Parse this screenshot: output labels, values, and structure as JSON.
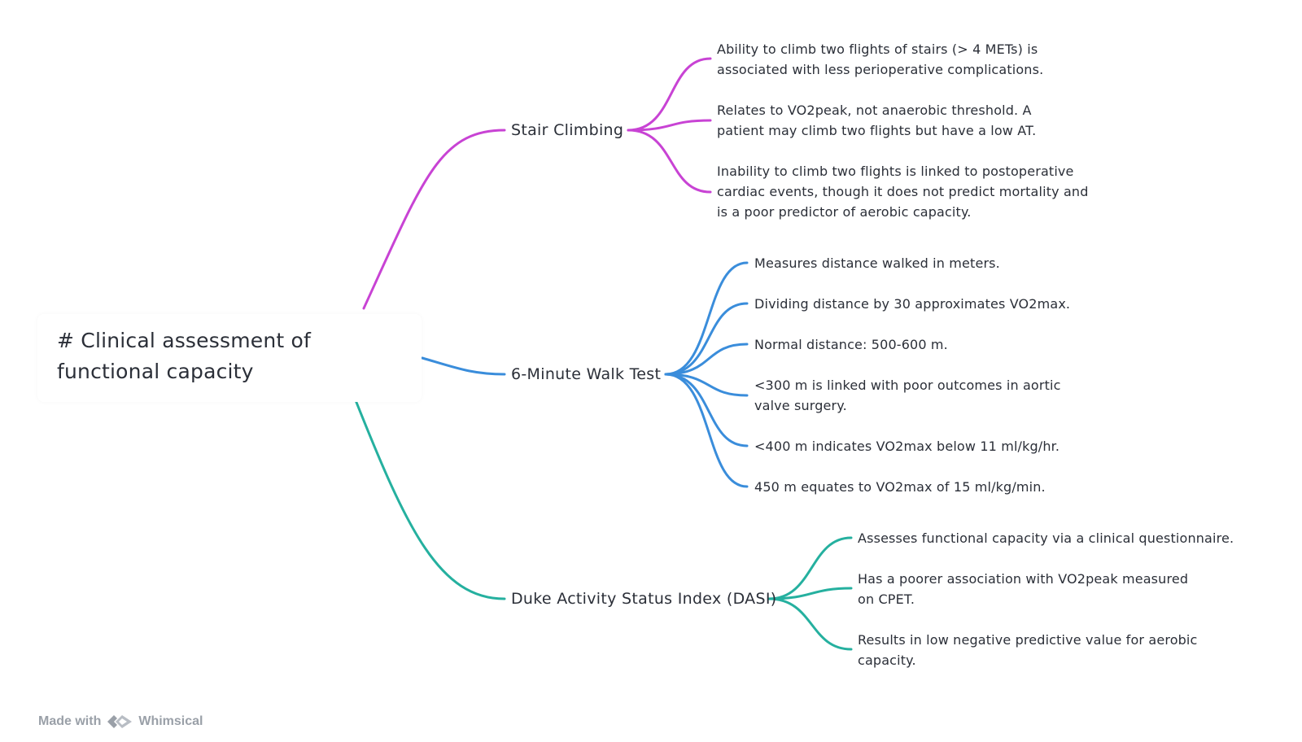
{
  "colors": {
    "stair": "#c843d4",
    "walk": "#3a8ddb",
    "dasi": "#25b09f",
    "footer": "#9aa0a8"
  },
  "root": {
    "title": "# Clinical assessment of functional capacity"
  },
  "branches": [
    {
      "label": "Stair Climbing",
      "items": [
        "Ability to climb two flights of stairs (> 4 METs) is associated with less perioperative complications.",
        "Relates to VO2peak, not anaerobic threshold. A patient may climb two flights but have a low AT.",
        "Inability to climb two flights is linked to postoperative cardiac events, though it does not predict mortality and is a poor predictor of aerobic capacity."
      ]
    },
    {
      "label": "6-Minute Walk Test",
      "items": [
        "Measures distance walked in meters.",
        "Dividing distance by 30 approximates VO2max.",
        "Normal distance: 500-600 m.",
        "<300 m is linked with poor outcomes in aortic valve surgery.",
        "<400 m indicates VO2max below 11 ml/kg/hr.",
        "450 m equates to VO2max of 15 ml/kg/min."
      ]
    },
    {
      "label": "Duke Activity Status Index (DASI)",
      "items": [
        "Assesses functional capacity via a clinical questionnaire.",
        "Has a poorer association with VO2peak measured on CPET.",
        "Results in low negative predictive value for aerobic capacity."
      ]
    }
  ],
  "footer": {
    "made_with": "Made with",
    "brand": "Whimsical",
    "logo_icon": "whimsical-logo-icon"
  }
}
